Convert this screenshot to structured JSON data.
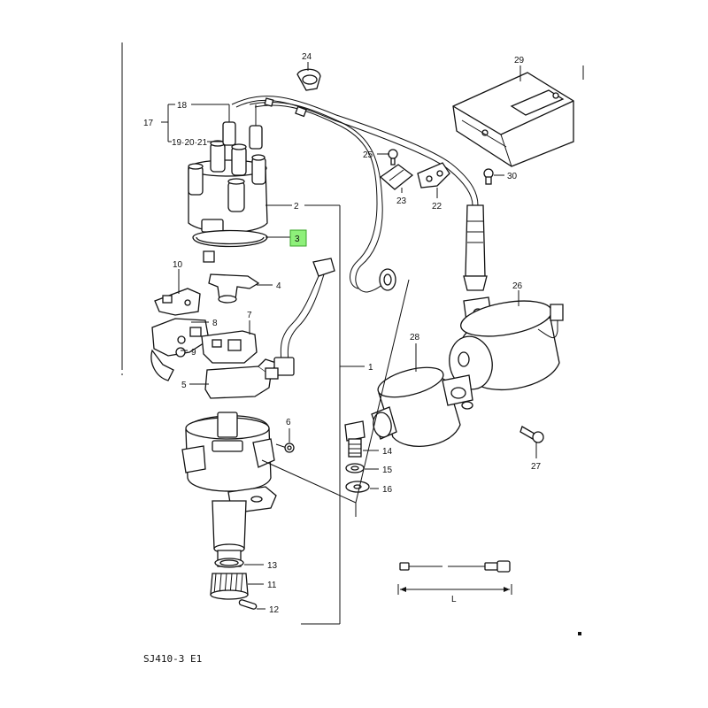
{
  "callouts": {
    "c1": "1",
    "c2": "2",
    "c3": "3",
    "c4": "4",
    "c5": "5",
    "c6": "6",
    "c7": "7",
    "c8": "8",
    "c9": "9",
    "c10": "10",
    "c11": "11",
    "c12": "12",
    "c13": "13",
    "c14": "14",
    "c15": "15",
    "c16": "16",
    "c17": "17",
    "c18": "18",
    "c19": "19·20·21",
    "c22": "22",
    "c23": "23",
    "c24": "24",
    "c25": "25",
    "c26": "26",
    "c27": "27",
    "c28": "28",
    "c29": "29",
    "c30": "30"
  },
  "dimension_label": "L",
  "highlighted_callout": "3",
  "footer_code": "SJ410-3 E1"
}
